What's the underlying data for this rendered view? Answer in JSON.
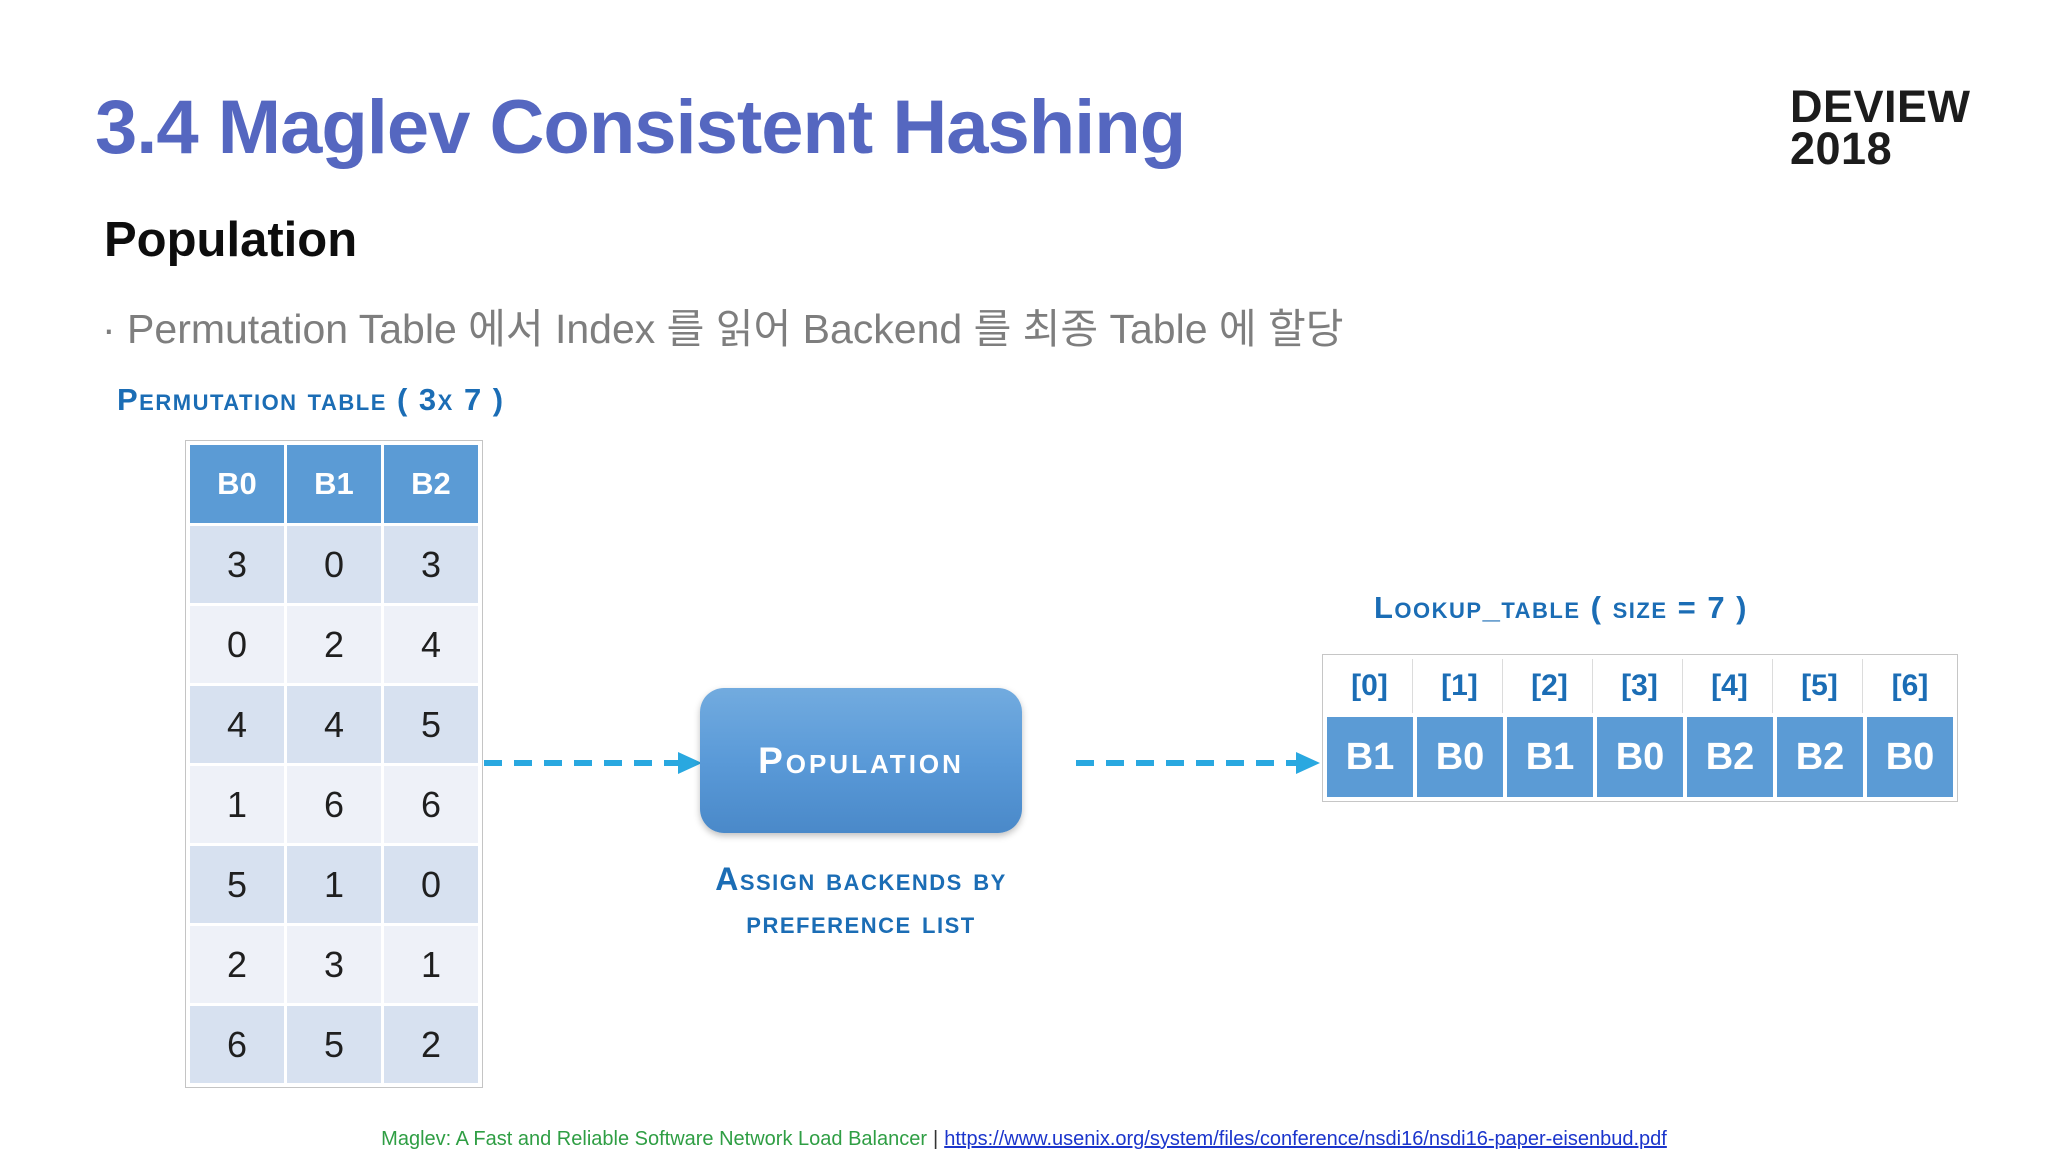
{
  "slide": {
    "title": "3.4 Maglev Consistent Hashing",
    "logo_line1": "DEVIEW",
    "logo_line2": "2018",
    "section_heading": "Population",
    "bullet": "· Permutation Table 에서 Index 를 읽어 Backend 를 최종 Table 에 할당"
  },
  "permutation_table": {
    "label": "Permutation table ( 3x 7 )",
    "headers": [
      "B0",
      "B1",
      "B2"
    ],
    "rows": [
      [
        3,
        0,
        3
      ],
      [
        0,
        2,
        4
      ],
      [
        4,
        4,
        5
      ],
      [
        1,
        6,
        6
      ],
      [
        5,
        1,
        0
      ],
      [
        2,
        3,
        1
      ],
      [
        6,
        5,
        2
      ]
    ]
  },
  "population_box": {
    "label": "Population",
    "caption_line1": "Assign backends by",
    "caption_line2": "preference list"
  },
  "lookup_table": {
    "label": "Lookup_table ( size = 7 )",
    "indices": [
      "[0]",
      "[1]",
      "[2]",
      "[3]",
      "[4]",
      "[5]",
      "[6]"
    ],
    "values": [
      "B1",
      "B0",
      "B1",
      "B0",
      "B2",
      "B2",
      "B0"
    ]
  },
  "footer": {
    "citation": "Maglev: A Fast and Reliable Software Network Load Balancer",
    "separator": "|",
    "link": "https://www.usenix.org/system/files/conference/nsdi16/nsdi16-paper-eisenbud.pdf"
  },
  "colors": {
    "title_blue": "#5567c0",
    "label_blue": "#1b6db5",
    "table_header_blue": "#5b9bd5",
    "row_shade_dark": "#d7e1f0",
    "row_shade_light": "#eef1f8",
    "arrow_cyan": "#29a8e0",
    "footer_green": "#2f9e44",
    "link_blue": "#1b35cc"
  }
}
